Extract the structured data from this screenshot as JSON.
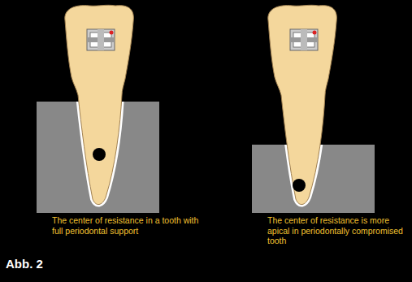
{
  "diagram": {
    "labels": [
      "The center of resistance in a tooth with full periodontal support",
      "The center of resistance is more apical in periodontally compromised tooth",
      "Abb. 2"
    ]
  }
}
